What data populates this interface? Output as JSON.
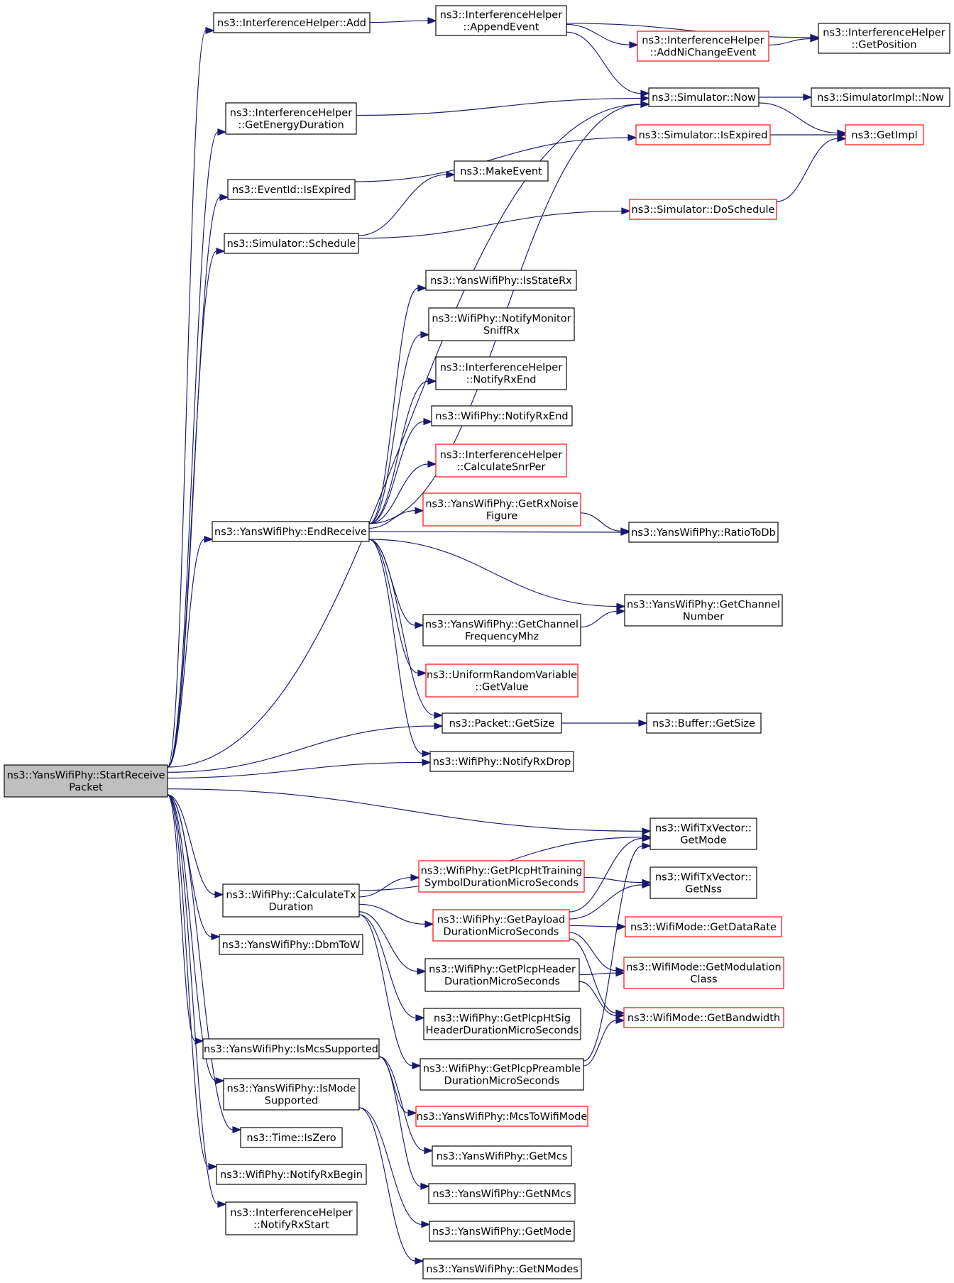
{
  "graph": {
    "nodes": [
      {
        "id": "start",
        "lines": [
          "ns3::YansWifiPhy::StartReceive",
          "Packet"
        ],
        "style": "root"
      },
      {
        "id": "ih_add",
        "lines": [
          "ns3::InterferenceHelper::Add"
        ],
        "style": "black"
      },
      {
        "id": "ih_append",
        "lines": [
          "ns3::InterferenceHelper",
          "::AppendEvent"
        ],
        "style": "black"
      },
      {
        "id": "ih_getpos",
        "lines": [
          "ns3::InterferenceHelper",
          "::GetPosition"
        ],
        "style": "black"
      },
      {
        "id": "ih_addni",
        "lines": [
          "ns3::InterferenceHelper",
          "::AddNiChangeEvent"
        ],
        "style": "red"
      },
      {
        "id": "sim_now",
        "lines": [
          "ns3::Simulator::Now"
        ],
        "style": "black"
      },
      {
        "id": "simimpl_now",
        "lines": [
          "ns3::SimulatorImpl::Now"
        ],
        "style": "black"
      },
      {
        "id": "ih_energy",
        "lines": [
          "ns3::InterferenceHelper",
          "::GetEnergyDuration"
        ],
        "style": "black"
      },
      {
        "id": "sim_isexp",
        "lines": [
          "ns3::Simulator::IsExpired"
        ],
        "style": "red"
      },
      {
        "id": "getimpl",
        "lines": [
          "ns3::GetImpl"
        ],
        "style": "red"
      },
      {
        "id": "evt_isexp",
        "lines": [
          "ns3::EventId::IsExpired"
        ],
        "style": "black"
      },
      {
        "id": "makeevent",
        "lines": [
          "ns3::MakeEvent"
        ],
        "style": "black"
      },
      {
        "id": "sim_sched",
        "lines": [
          "ns3::Simulator::Schedule"
        ],
        "style": "black"
      },
      {
        "id": "sim_dosched",
        "lines": [
          "ns3::Simulator::DoSchedule"
        ],
        "style": "red"
      },
      {
        "id": "isstaterx",
        "lines": [
          "ns3::YansWifiPhy::IsStateRx"
        ],
        "style": "black"
      },
      {
        "id": "notifymon",
        "lines": [
          "ns3::WifiPhy::NotifyMonitor",
          "SniffRx"
        ],
        "style": "black"
      },
      {
        "id": "ih_rxend",
        "lines": [
          "ns3::InterferenceHelper",
          "::NotifyRxEnd"
        ],
        "style": "black"
      },
      {
        "id": "wp_rxend",
        "lines": [
          "ns3::WifiPhy::NotifyRxEnd"
        ],
        "style": "black"
      },
      {
        "id": "ih_snr",
        "lines": [
          "ns3::InterferenceHelper",
          "::CalculateSnrPer"
        ],
        "style": "red"
      },
      {
        "id": "endrx",
        "lines": [
          "ns3::YansWifiPhy::EndReceive"
        ],
        "style": "black"
      },
      {
        "id": "rxnoise",
        "lines": [
          "ns3::YansWifiPhy::GetRxNoise",
          "Figure"
        ],
        "style": "red"
      },
      {
        "id": "ratiotodb",
        "lines": [
          "ns3::YansWifiPhy::RatioToDb"
        ],
        "style": "black"
      },
      {
        "id": "chnum",
        "lines": [
          "ns3::YansWifiPhy::GetChannel",
          "Number"
        ],
        "style": "black"
      },
      {
        "id": "chfreq",
        "lines": [
          "ns3::YansWifiPhy::GetChannel",
          "FrequencyMhz"
        ],
        "style": "black"
      },
      {
        "id": "urv",
        "lines": [
          "ns3::UniformRandomVariable",
          "::GetValue"
        ],
        "style": "red"
      },
      {
        "id": "pkt_size",
        "lines": [
          "ns3::Packet::GetSize"
        ],
        "style": "black"
      },
      {
        "id": "buf_size",
        "lines": [
          "ns3::Buffer::GetSize"
        ],
        "style": "black"
      },
      {
        "id": "rxdrop",
        "lines": [
          "ns3::WifiPhy::NotifyRxDrop"
        ],
        "style": "black"
      },
      {
        "id": "txv_mode",
        "lines": [
          "ns3::WifiTxVector::",
          "GetMode"
        ],
        "style": "black"
      },
      {
        "id": "htsym",
        "lines": [
          "ns3::WifiPhy::GetPlcpHtTraining",
          "SymbolDurationMicroSeconds"
        ],
        "style": "red"
      },
      {
        "id": "txv_nss",
        "lines": [
          "ns3::WifiTxVector::",
          "GetNss"
        ],
        "style": "black"
      },
      {
        "id": "calctx",
        "lines": [
          "ns3::WifiPhy::CalculateTx",
          "Duration"
        ],
        "style": "black"
      },
      {
        "id": "payload",
        "lines": [
          "ns3::WifiPhy::GetPayload",
          "DurationMicroSeconds"
        ],
        "style": "red"
      },
      {
        "id": "datarate",
        "lines": [
          "ns3::WifiMode::GetDataRate"
        ],
        "style": "red"
      },
      {
        "id": "dbmtow",
        "lines": [
          "ns3::YansWifiPhy::DbmToW"
        ],
        "style": "black"
      },
      {
        "id": "plcphdr",
        "lines": [
          "ns3::WifiPhy::GetPlcpHeader",
          "DurationMicroSeconds"
        ],
        "style": "black"
      },
      {
        "id": "modclass",
        "lines": [
          "ns3::WifiMode::GetModulation",
          "Class"
        ],
        "style": "red"
      },
      {
        "id": "bandwidth",
        "lines": [
          "ns3::WifiMode::GetBandwidth"
        ],
        "style": "red"
      },
      {
        "id": "htsig",
        "lines": [
          "ns3::WifiPhy::GetPlcpHtSig",
          "HeaderDurationMicroSeconds"
        ],
        "style": "black"
      },
      {
        "id": "ismcs",
        "lines": [
          "ns3::YansWifiPhy::IsMcsSupported"
        ],
        "style": "black"
      },
      {
        "id": "preamble",
        "lines": [
          "ns3::WifiPhy::GetPlcpPreamble",
          "DurationMicroSeconds"
        ],
        "style": "black"
      },
      {
        "id": "ismode",
        "lines": [
          "ns3::YansWifiPhy::IsMode",
          "Supported"
        ],
        "style": "black"
      },
      {
        "id": "mcstomode",
        "lines": [
          "ns3::YansWifiPhy::McsToWifiMode"
        ],
        "style": "red"
      },
      {
        "id": "iszero",
        "lines": [
          "ns3::Time::IsZero"
        ],
        "style": "black"
      },
      {
        "id": "getmcs",
        "lines": [
          "ns3::YansWifiPhy::GetMcs"
        ],
        "style": "black"
      },
      {
        "id": "rxbegin",
        "lines": [
          "ns3::WifiPhy::NotifyRxBegin"
        ],
        "style": "black"
      },
      {
        "id": "getnmcs",
        "lines": [
          "ns3::YansWifiPhy::GetNMcs"
        ],
        "style": "black"
      },
      {
        "id": "ih_rxstart",
        "lines": [
          "ns3::InterferenceHelper",
          "::NotifyRxStart"
        ],
        "style": "black"
      },
      {
        "id": "getmode",
        "lines": [
          "ns3::YansWifiPhy::GetMode"
        ],
        "style": "black"
      },
      {
        "id": "getnmodes",
        "lines": [
          "ns3::YansWifiPhy::GetNModes"
        ],
        "style": "black"
      }
    ],
    "edges": [
      [
        "start",
        "ih_add"
      ],
      [
        "start",
        "sim_now"
      ],
      [
        "start",
        "ih_energy"
      ],
      [
        "start",
        "evt_isexp"
      ],
      [
        "start",
        "sim_sched"
      ],
      [
        "start",
        "endrx"
      ],
      [
        "start",
        "pkt_size"
      ],
      [
        "start",
        "rxdrop"
      ],
      [
        "start",
        "txv_mode"
      ],
      [
        "start",
        "calctx"
      ],
      [
        "start",
        "dbmtow"
      ],
      [
        "start",
        "ismcs"
      ],
      [
        "start",
        "ismode"
      ],
      [
        "start",
        "iszero"
      ],
      [
        "start",
        "rxbegin"
      ],
      [
        "start",
        "ih_rxstart"
      ],
      [
        "ih_add",
        "ih_append"
      ],
      [
        "ih_append",
        "ih_getpos"
      ],
      [
        "ih_append",
        "ih_addni"
      ],
      [
        "ih_append",
        "sim_now"
      ],
      [
        "ih_addni",
        "ih_getpos"
      ],
      [
        "ih_energy",
        "sim_now"
      ],
      [
        "sim_now",
        "simimpl_now"
      ],
      [
        "sim_now",
        "getimpl"
      ],
      [
        "evt_isexp",
        "sim_isexp"
      ],
      [
        "sim_isexp",
        "getimpl"
      ],
      [
        "sim_sched",
        "makeevent"
      ],
      [
        "sim_sched",
        "sim_dosched"
      ],
      [
        "sim_dosched",
        "getimpl"
      ],
      [
        "endrx",
        "sim_now"
      ],
      [
        "endrx",
        "isstaterx"
      ],
      [
        "endrx",
        "notifymon"
      ],
      [
        "endrx",
        "ih_rxend"
      ],
      [
        "endrx",
        "wp_rxend"
      ],
      [
        "endrx",
        "ih_snr"
      ],
      [
        "endrx",
        "rxnoise"
      ],
      [
        "endrx",
        "ratiotodb"
      ],
      [
        "endrx",
        "chnum"
      ],
      [
        "endrx",
        "chfreq"
      ],
      [
        "endrx",
        "urv"
      ],
      [
        "endrx",
        "pkt_size"
      ],
      [
        "endrx",
        "rxdrop"
      ],
      [
        "rxnoise",
        "ratiotodb"
      ],
      [
        "chfreq",
        "chnum"
      ],
      [
        "pkt_size",
        "buf_size"
      ],
      [
        "calctx",
        "txv_mode"
      ],
      [
        "calctx",
        "htsym"
      ],
      [
        "calctx",
        "payload"
      ],
      [
        "calctx",
        "plcphdr"
      ],
      [
        "calctx",
        "htsig"
      ],
      [
        "calctx",
        "preamble"
      ],
      [
        "htsym",
        "txv_nss"
      ],
      [
        "payload",
        "txv_mode"
      ],
      [
        "payload",
        "txv_nss"
      ],
      [
        "payload",
        "datarate"
      ],
      [
        "payload",
        "modclass"
      ],
      [
        "payload",
        "bandwidth"
      ],
      [
        "plcphdr",
        "modclass"
      ],
      [
        "plcphdr",
        "bandwidth"
      ],
      [
        "preamble",
        "txv_mode"
      ],
      [
        "preamble",
        "bandwidth"
      ],
      [
        "ismcs",
        "mcstomode"
      ],
      [
        "ismcs",
        "getmcs"
      ],
      [
        "ismcs",
        "getnmcs"
      ],
      [
        "ismode",
        "getmode"
      ],
      [
        "ismode",
        "getnmodes"
      ]
    ]
  }
}
